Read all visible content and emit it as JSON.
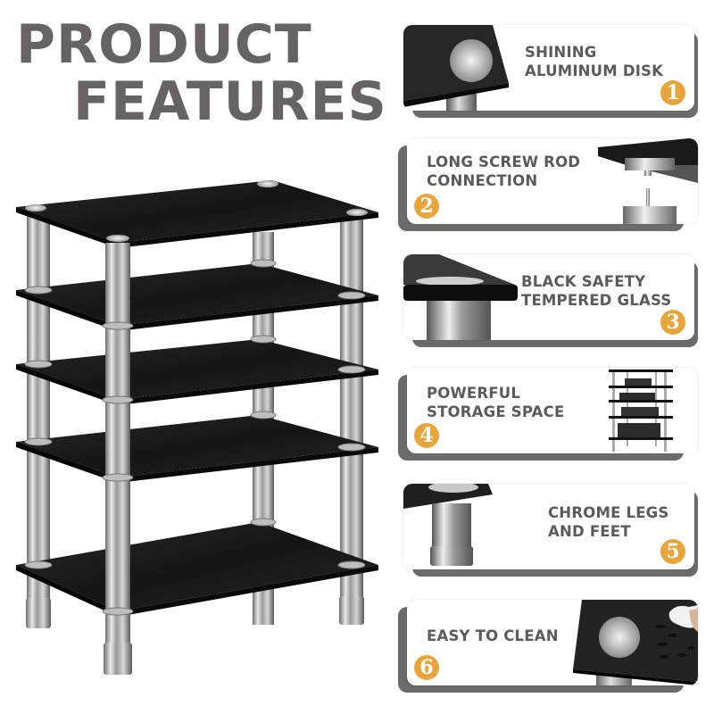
{
  "title": {
    "line1": "PRODUCT",
    "line2": "FEATURES",
    "color": "#666364"
  },
  "product_image": {
    "description": "5-tier black tempered glass audio rack with chrome legs",
    "tiers": 5
  },
  "features": [
    {
      "number": "1",
      "line1": "SHINING",
      "line2": "ALUMINUM DISK",
      "image": "aluminum-disk-closeup",
      "image_side": "left"
    },
    {
      "number": "2",
      "line1": "LONG SCREW ROD",
      "line2": "CONNECTION",
      "image": "screw-rod-closeup",
      "image_side": "right"
    },
    {
      "number": "3",
      "line1": "BLACK SAFETY",
      "line2": "TEMPERED GLASS",
      "image": "tempered-glass-edge-closeup",
      "image_side": "left"
    },
    {
      "number": "4",
      "line1": "POWERFUL",
      "line2": "STORAGE SPACE",
      "image": "rack-with-equipment",
      "image_side": "right"
    },
    {
      "number": "5",
      "line1": "CHROME LEGS",
      "line2": "AND FEET",
      "image": "chrome-leg-foot-closeup",
      "image_side": "left"
    },
    {
      "number": "6",
      "line1": "EASY TO CLEAN",
      "line2": "",
      "image": "wiping-glass-closeup",
      "image_side": "right"
    }
  ],
  "colors": {
    "badge": "#e8a63a",
    "label_text": "#5b5b5b",
    "card_shadow": "#6b6b6b",
    "glass": "#1a1a1a",
    "chrome": "#c8c8c8"
  }
}
